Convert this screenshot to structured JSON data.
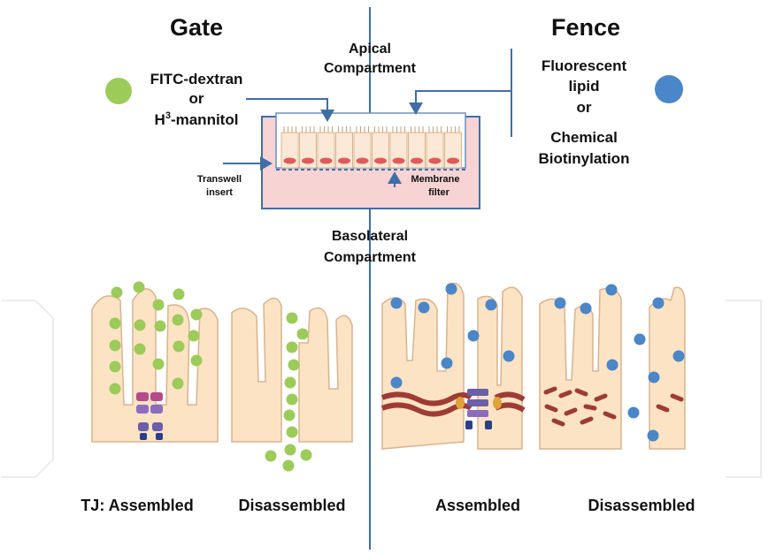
{
  "left_panel": {
    "title": "Gate",
    "tracer": [
      "FITC-dextran",
      "or",
      "H",
      "3",
      "-mannitol"
    ],
    "state_assembled": "TJ: Assembled",
    "state_disassembled": "Disassembled"
  },
  "right_panel": {
    "title": "Fence",
    "tracer": [
      "Fluorescent",
      "lipid",
      "or",
      "Chemical",
      "Biotinylation"
    ],
    "state_assembled": "Assembled",
    "state_disassembled": "Disassembled"
  },
  "apparatus": {
    "apical": [
      "Apical",
      "Compartment"
    ],
    "basolateral": [
      "Basolateral",
      "Compartment"
    ],
    "transwell": [
      "Transwell",
      "insert"
    ],
    "membrane": [
      "Membrane",
      "filter"
    ]
  },
  "colors": {
    "gate_tracer": "#9ccb5a",
    "fence_tracer": "#4a86c8",
    "cell_fill": "#fbe3c4",
    "cell_edge": "#d9b48e",
    "divider": "#3f6fa6",
    "well_fill": "#f7d3d3",
    "junction_band": "#9e3b35",
    "claudin": "#6a5fa8"
  }
}
